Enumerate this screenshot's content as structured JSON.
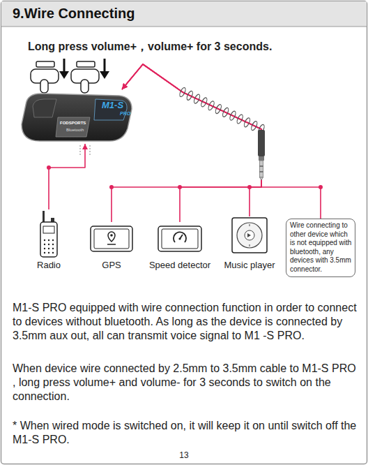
{
  "diagram": {
    "title": "9.Wire Connecting",
    "nodes": [
      {
        "text": [
          "M1-S",
          "PRO",
          "FODSPORTS",
          "Bluetooth"
        ]
      },
      {
        "text": [
          "Radio"
        ]
      },
      {
        "text": [
          "GPS"
        ]
      },
      {
        "text": [
          "Speed detector"
        ]
      },
      {
        "text": [
          "Music player"
        ]
      },
      {
        "text": [
          "Wire connecting to other device which is not equipped with bluetooth, any devices with 3.5mm connector."
        ]
      }
    ],
    "edges": [
      {
        "from": 1,
        "to": 0,
        "arrow": "to"
      },
      {
        "from": 2,
        "to": 0,
        "arrow": "to"
      },
      {
        "from": 3,
        "to": 0,
        "arrow": "to"
      },
      {
        "from": 4,
        "to": 0,
        "arrow": "to"
      },
      {
        "from": 5,
        "to": 0,
        "arrow": "to"
      }
    ],
    "labels": [
      "Long press volume+，volume+ for 3 seconds.",
      "M1-S PRO equipped with wire connection function in order to connect to devices without bluetooth. As long as the device is connected by 3.5mm aux out, all can transmit voice signal to M1 -S PRO.",
      "When device wire connected by 2.5mm to 3.5mm cable to M1-S PRO , long press volume+ and volume- for 3 seconds to switch on the connection.",
      "* When wired mode is switched on, it will keep it on until switch off the M1-S PRO.",
      "13"
    ]
  }
}
